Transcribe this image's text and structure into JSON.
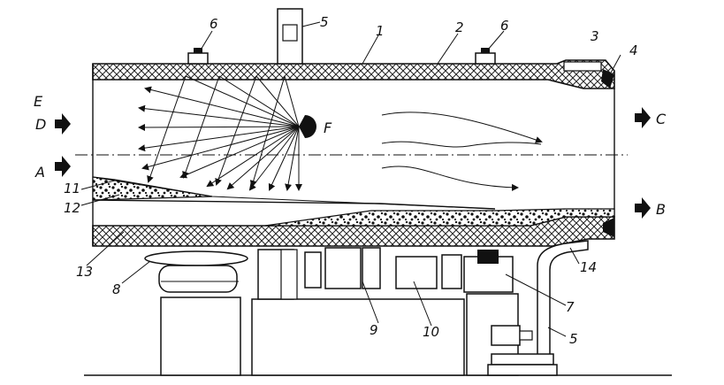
{
  "diagram": {
    "part_numbers": [
      "1",
      "2",
      "3",
      "4",
      "5",
      "6",
      "6",
      "7",
      "8",
      "9",
      "10",
      "11",
      "12",
      "13",
      "14",
      "5"
    ],
    "flow_labels": {
      "e": "E",
      "d": "D",
      "a": "A",
      "c": "C",
      "b": "B",
      "f": "F"
    }
  }
}
